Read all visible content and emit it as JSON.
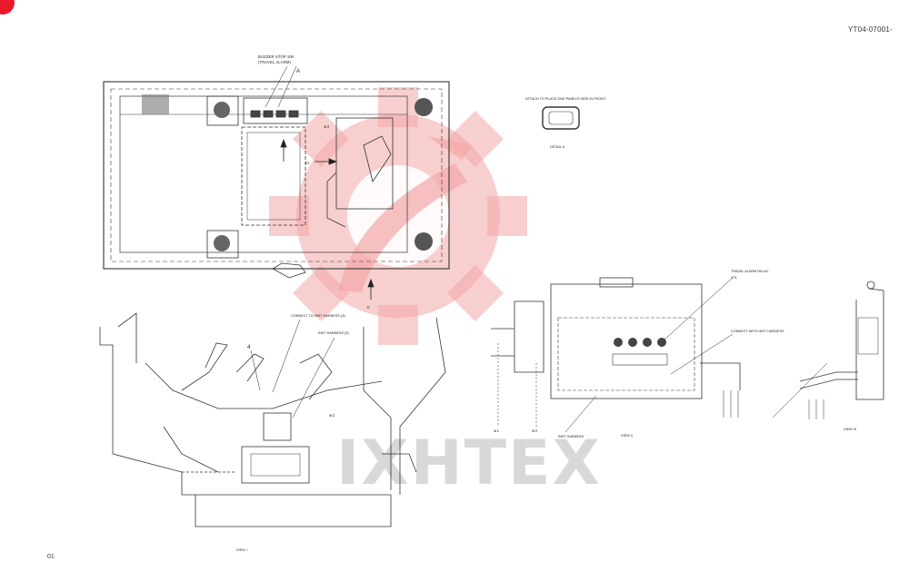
{
  "document": {
    "drawing_number": "YT04-07001-",
    "page_number": "01",
    "brand_color": "#e8192c",
    "watermark_color": "#f3a7a7",
    "watermark_text": "IXHTEX"
  },
  "top_view": {
    "callout_buzzer": [
      "BUZZER STOP SW",
      "(TRAVEL ALARM)"
    ],
    "marker_A": "A",
    "marker_III": "III",
    "marker_II": "II",
    "marker_x3": "※3"
  },
  "detail_a": {
    "note": "ATTACH TO PLACE ONE PANELS SIDE IN FRONT.",
    "caption": "DETAIL A"
  },
  "view_1": {
    "callout_connect": "CONNECT TO INST HARNESS (3)",
    "callout_inst": "INST HARNESS (3)",
    "item_4": "4",
    "marker_x2": "※2",
    "caption": "VIEW I"
  },
  "view_2": {
    "callout_relay": "TRAVEL ALARM RELAY",
    "relay_item": "1, 5",
    "callout_connect": "CONNECT WITH INST HARNESS",
    "marker_x1": "※1",
    "marker_x2": "※2",
    "callout_inst": "INST HARNESS",
    "caption": "VIEW II"
  },
  "view_3": {
    "caption": "VIEW III"
  }
}
